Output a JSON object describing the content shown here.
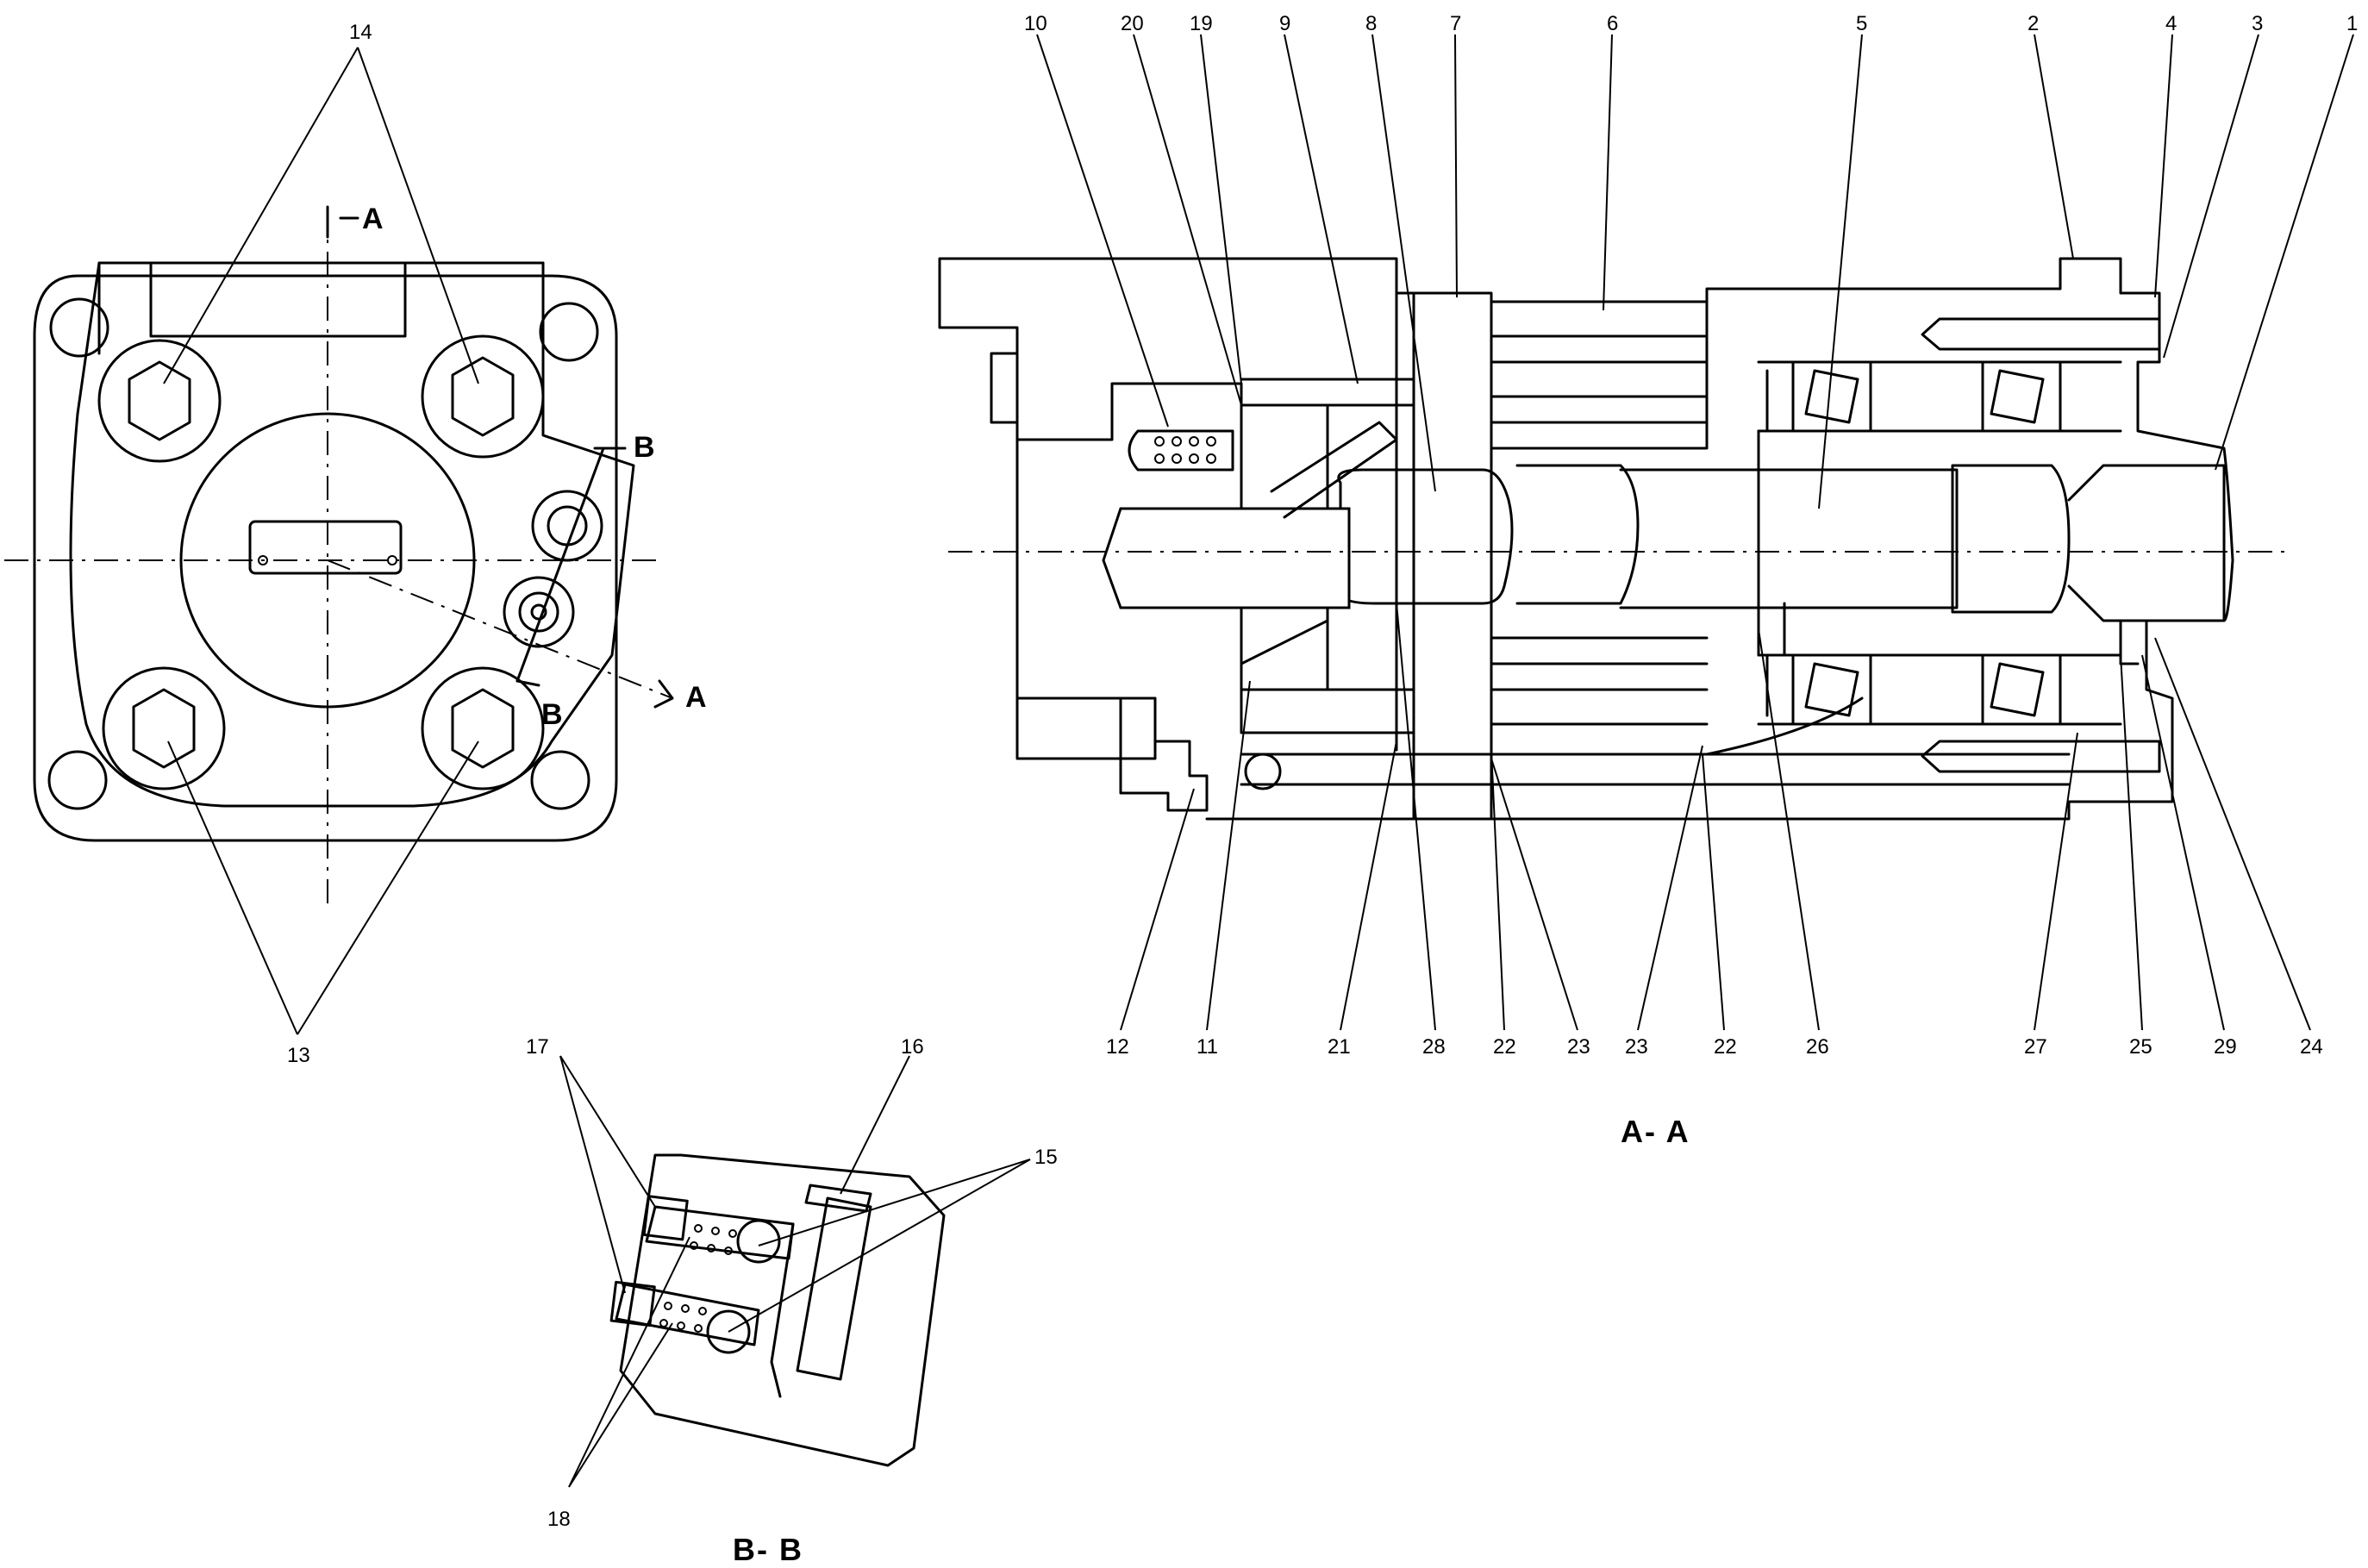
{
  "front_view": {
    "callouts": [
      "14",
      "13"
    ],
    "section_marks": [
      "A",
      "A",
      "B",
      "B"
    ]
  },
  "section_aa": {
    "title": "A- A",
    "callouts_top": [
      "10",
      "20",
      "19",
      "9",
      "8",
      "7",
      "6",
      "5",
      "2",
      "4",
      "3",
      "1"
    ],
    "callouts_bottom": [
      "12",
      "11",
      "21",
      "28",
      "22",
      "23",
      "23",
      "22",
      "26",
      "27",
      "25",
      "29",
      "24"
    ]
  },
  "section_bb": {
    "title": "B- B",
    "callouts": [
      "17",
      "16",
      "15",
      "18"
    ]
  }
}
